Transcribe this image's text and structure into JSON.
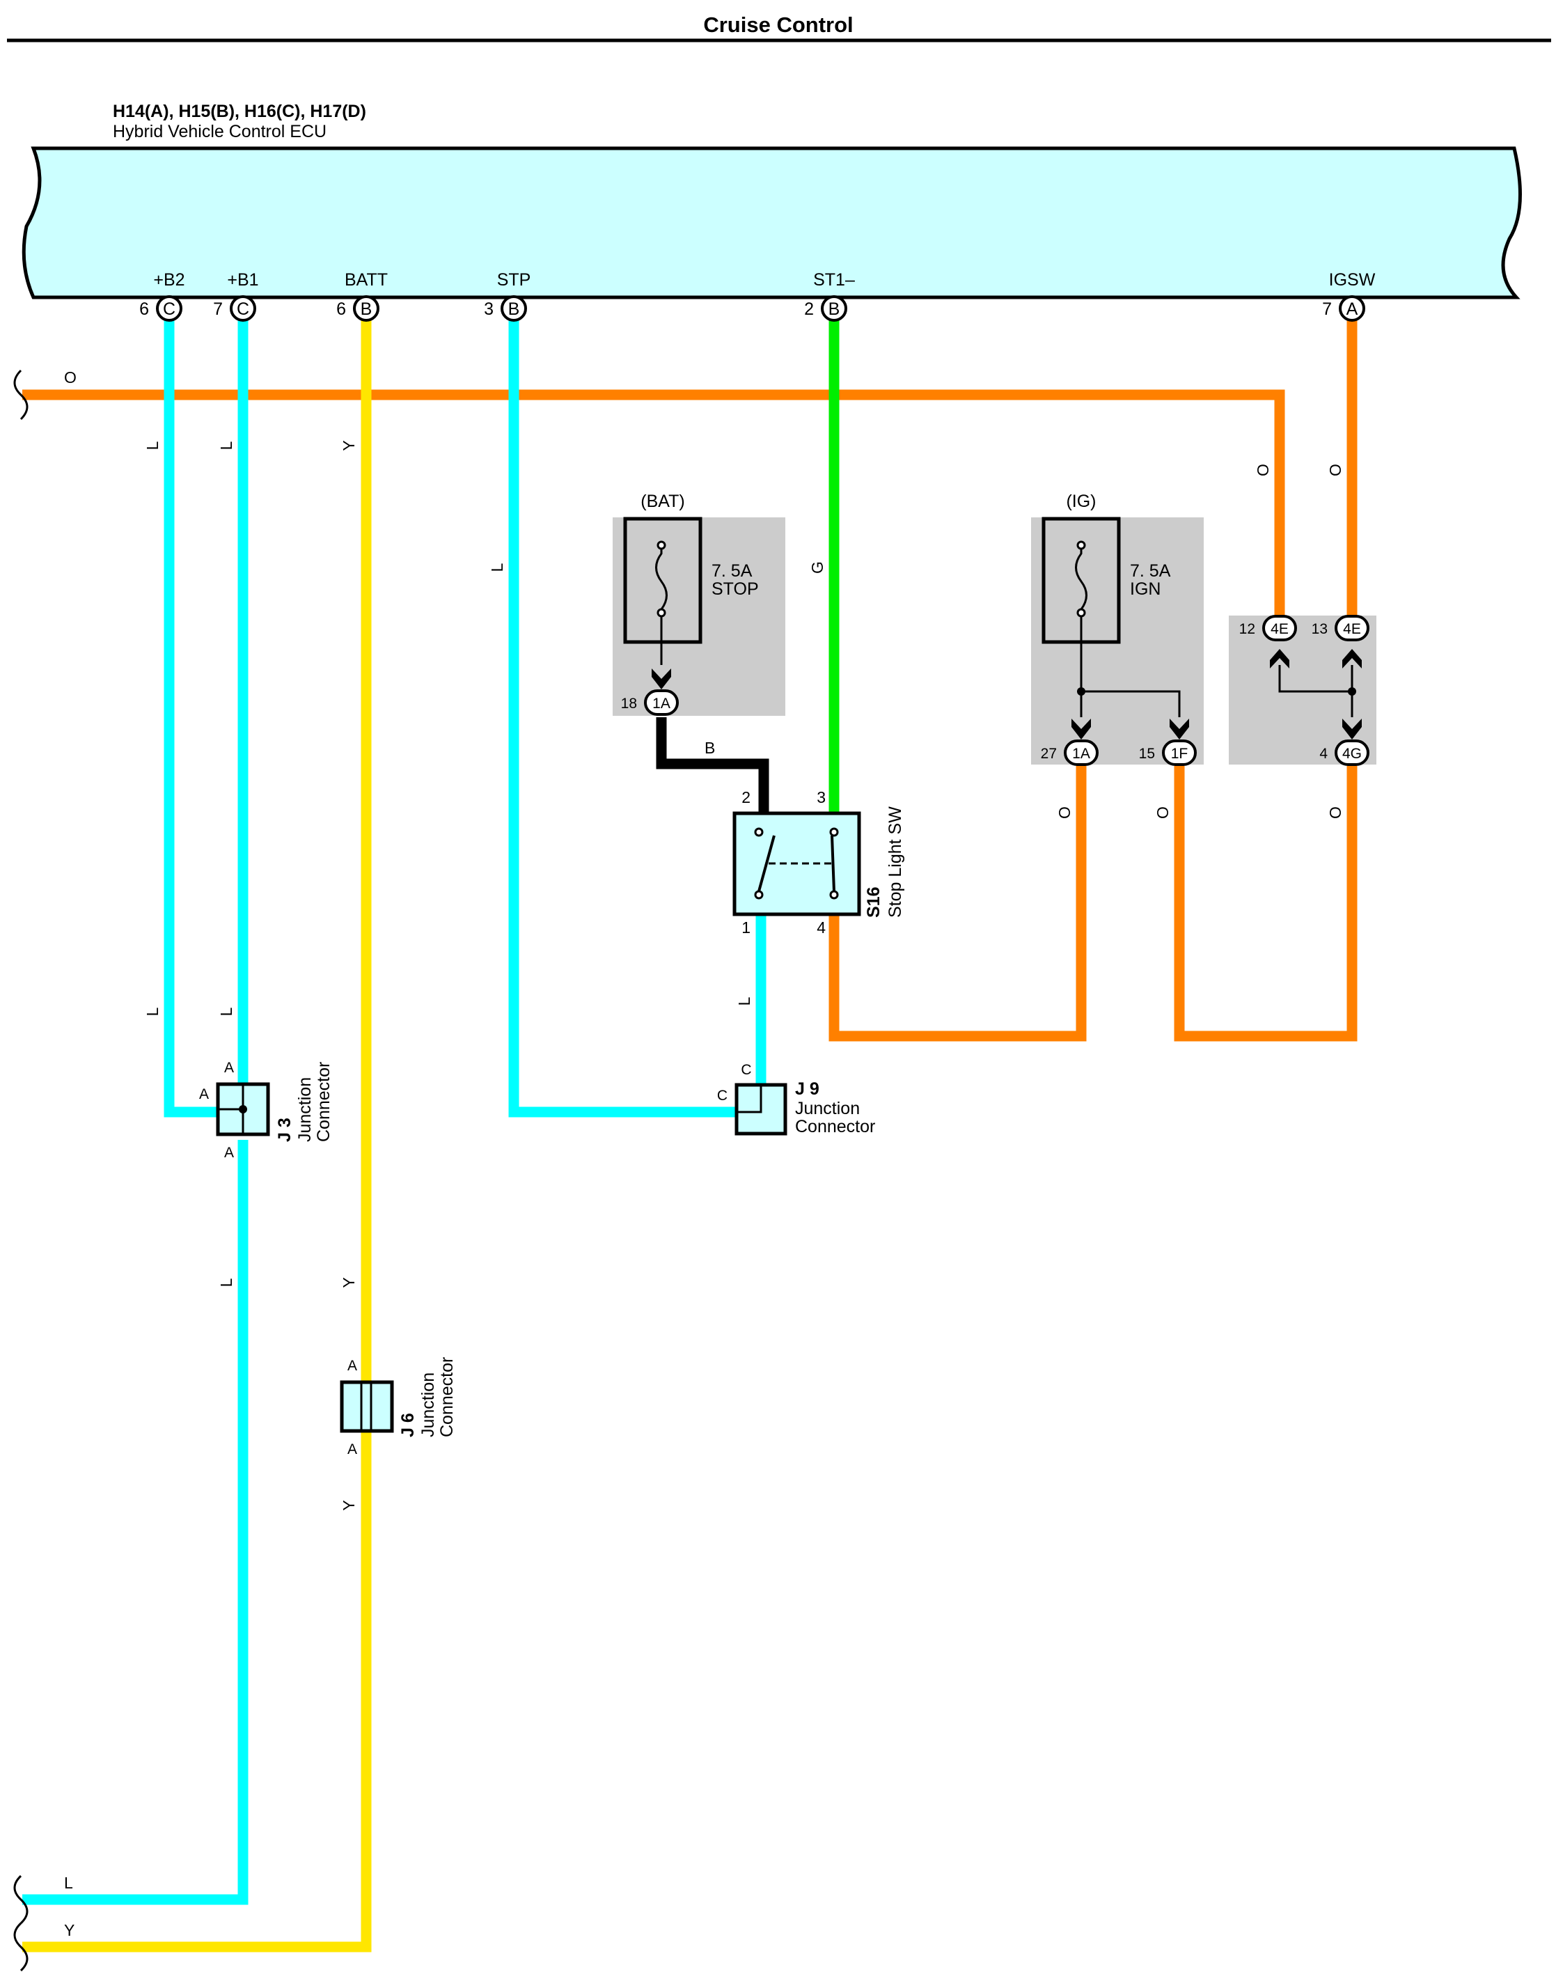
{
  "title": "Cruise Control",
  "ecu": {
    "code": "H14(A), H15(B), H16(C), H17(D)",
    "name": "Hybrid Vehicle Control ECU",
    "terminals": [
      {
        "name": "+B2",
        "pin": "6",
        "conn": "C"
      },
      {
        "name": "+B1",
        "pin": "7",
        "conn": "C"
      },
      {
        "name": "BATT",
        "pin": "6",
        "conn": "B"
      },
      {
        "name": "STP",
        "pin": "3",
        "conn": "B"
      },
      {
        "name": "ST1–",
        "pin": "2",
        "conn": "B"
      },
      {
        "name": "IGSW",
        "pin": "7",
        "conn": "A"
      }
    ]
  },
  "colors": {
    "ecu_fill": "#ccffff",
    "component_fill": "#ccffff",
    "relay_box": "#cccccc",
    "L": "#00ffff",
    "Y": "#ffe600",
    "O": "#ff8000",
    "G": "#00ee00",
    "B": "#000000"
  },
  "wire_labels": {
    "o_top": "O",
    "l_b2_upper": "L",
    "l_b1_upper": "L",
    "y_batt_upper": "Y",
    "l_stp": "L",
    "g_st1": "G",
    "b_stop": "B",
    "o_ecu_a": "O",
    "o_ecu_b": "O",
    "o_ign_1a": "O",
    "o_ign_1f": "O",
    "o_4g": "O",
    "l_sw1": "L",
    "l_b2_lower": "L",
    "l_b1_lower": "L",
    "l_j3_lower": "L",
    "y_j6_upper": "Y",
    "y_j6_lower": "Y",
    "l_bottom": "L",
    "y_bottom": "Y"
  },
  "fuses": {
    "bat": {
      "group": "(BAT)",
      "rating": "7. 5A",
      "name": "STOP",
      "pin": "18",
      "conn": "1A"
    },
    "ig": {
      "group": "(IG)",
      "rating": "7. 5A",
      "name": "IGN",
      "pin_a": "27",
      "conn_a": "1A",
      "pin_b": "15",
      "conn_b": "1F"
    }
  },
  "junction_block": {
    "pin_12": "12",
    "conn_12": "4E",
    "pin_13": "13",
    "conn_13": "4E",
    "pin_4": "4",
    "conn_4": "4G"
  },
  "stop_light_sw": {
    "code": "S16",
    "name": "Stop Light SW",
    "pins": {
      "p1": "1",
      "p2": "2",
      "p3": "3",
      "p4": "4"
    }
  },
  "j3": {
    "code": "J 3",
    "line1": "Junction",
    "line2": "Connector",
    "pin_top": "A",
    "pin_left": "A",
    "pin_bottom": "A"
  },
  "j6": {
    "code": "J 6",
    "line1": "Junction",
    "line2": "Connector",
    "pin_top": "A",
    "pin_bottom": "A"
  },
  "j9": {
    "code": "J 9",
    "line1": "Junction",
    "line2": "Connector",
    "pin_top": "C",
    "pin_left": "C"
  }
}
